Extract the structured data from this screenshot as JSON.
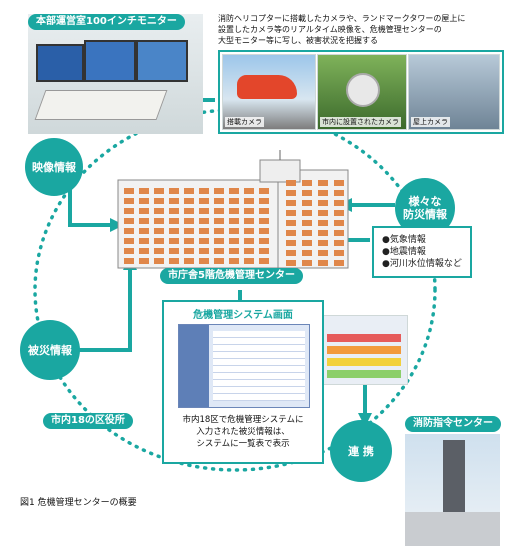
{
  "labels": {
    "monitor_room": "本部運営室100インチモニター",
    "center": "市庁舎5階危機管理センター",
    "system_screen": "危機管理システム画面",
    "wards": "市内18の区役所",
    "fire_command": "消防指令センター"
  },
  "circles": {
    "video_info": "映像情報",
    "disaster_info": "被災情報",
    "various_info_line1": "様々な",
    "various_info_line2": "防災情報",
    "cooperation": "連 携"
  },
  "top_note": {
    "line1": "消防ヘリコプターに搭載したカメラや、ランドマークタワーの屋上に",
    "line2": "設置したカメラ等のリアルタイム映像を、危機管理センターの",
    "line3": "大型モニター等に写し、被害状況を把握する"
  },
  "photo_captions": {
    "onboard": "搭載カメラ",
    "city": "市内に設置されたカメラ",
    "rooftop": "屋上カメラ"
  },
  "info_list": [
    "●気象情報",
    "●地震情報",
    "●河川水位情報など"
  ],
  "system_note": {
    "line1": "市内18区で危機管理システムに",
    "line2": "入力された被災情報は、",
    "line3": "システムに一覧表で表示"
  },
  "figure_caption": "図1 危機管理センターの概要",
  "colors": {
    "teal": "#1aa7a1",
    "building_orange": "#e0874a"
  }
}
